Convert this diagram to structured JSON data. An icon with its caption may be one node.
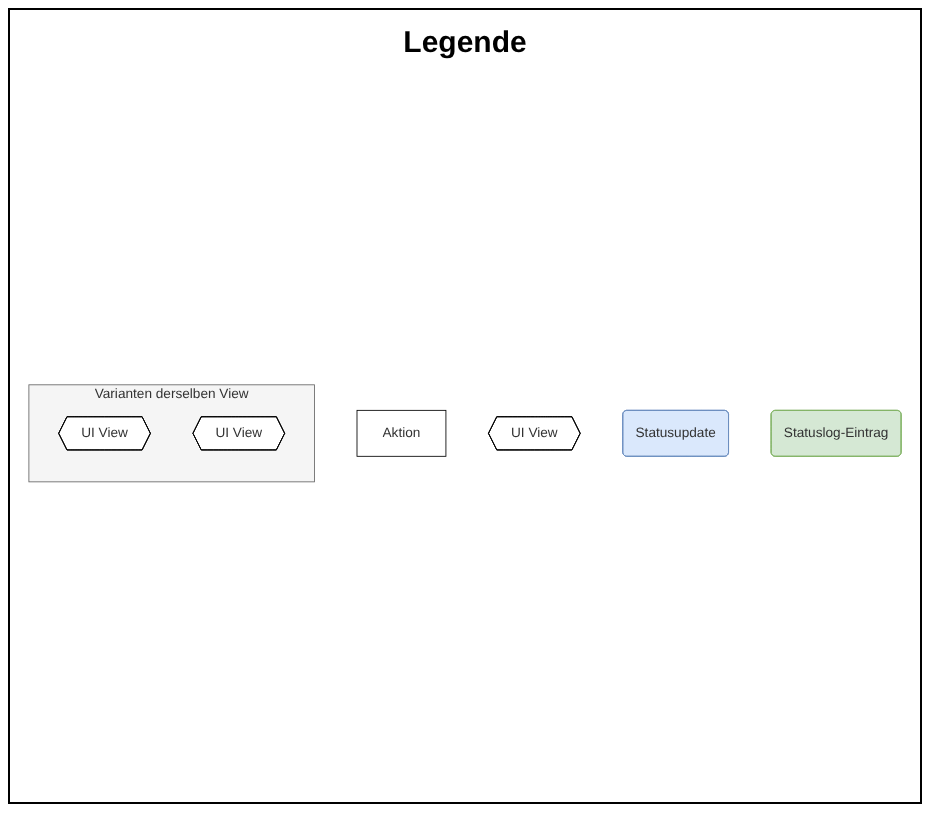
{
  "diagram": {
    "title": "Legende",
    "nodes": [
      {
        "text": [
          "Aktion"
        ]
      },
      {
        "text": [
          "UI View"
        ]
      },
      {
        "text": [
          "Statusupdate"
        ]
      },
      {
        "text": [
          "Statuslog-Eintrag"
        ]
      },
      {
        "text": [
          "Varianten derselben View"
        ]
      },
      {
        "text": [
          "UI View"
        ],
        "in": 4
      },
      {
        "text": [
          "UI View"
        ],
        "in": 4
      }
    ],
    "edges": []
  }
}
